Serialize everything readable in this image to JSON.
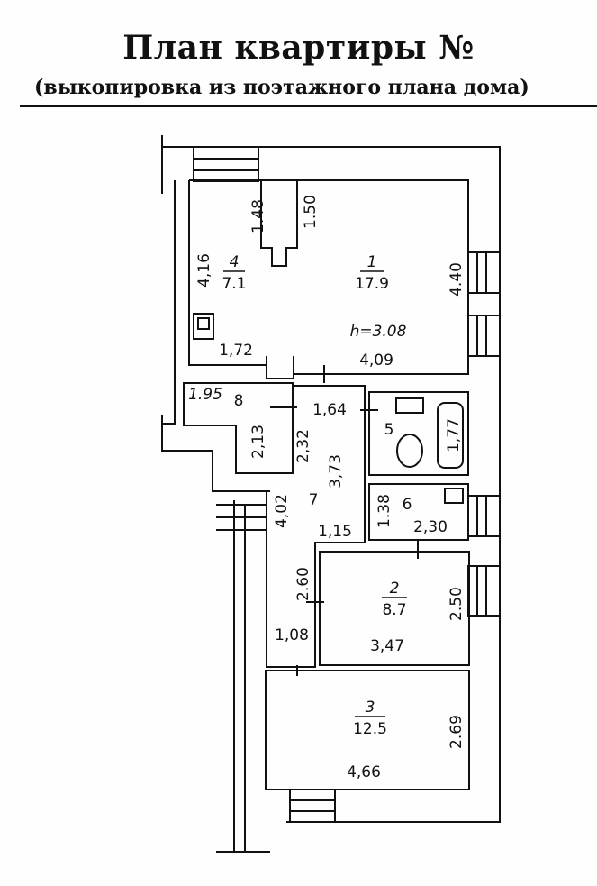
{
  "header": {
    "title": "План квартиры №",
    "subtitle": "(выкопировка из поэтажного плана дома)"
  },
  "rooms": [
    {
      "id": "1",
      "number": "1",
      "area": "17.9"
    },
    {
      "id": "2",
      "number": "2",
      "area": "8.7"
    },
    {
      "id": "3",
      "number": "3",
      "area": "12.5"
    },
    {
      "id": "4",
      "number": "4",
      "area": "7.1"
    },
    {
      "id": "5",
      "number": "5"
    },
    {
      "id": "6",
      "number": "6"
    },
    {
      "id": "7",
      "number": "7"
    },
    {
      "id": "8",
      "number": "8"
    }
  ],
  "ceiling_height": "h=3.08",
  "dimensions": {
    "d148": "1.48",
    "d150": "1.50",
    "d416": "4,16",
    "d440": "4.40",
    "d172": "1,72",
    "d409": "4,09",
    "d195": "1.95",
    "d164": "1,64",
    "d177": "1,77",
    "d213": "2,13",
    "d232": "2,32",
    "d373": "3,73",
    "d402": "4,02",
    "d138": "1.38",
    "d230": "2,30",
    "d115": "1,15",
    "d260": "2.60",
    "d250": "2.50",
    "d108": "1,08",
    "d347": "3,47",
    "d269": "2.69",
    "d466": "4,66"
  }
}
